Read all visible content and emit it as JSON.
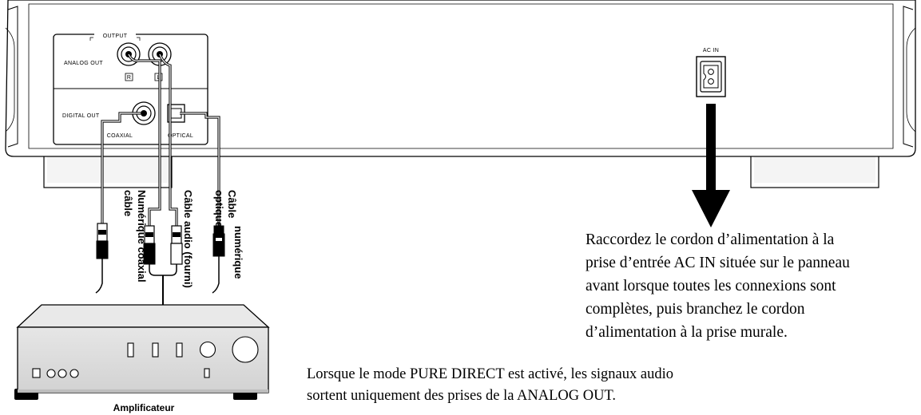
{
  "panel": {
    "output_label": "OUTPUT",
    "analog_out": "ANALOG OUT",
    "right_mark": "R",
    "left_mark": "L",
    "digital_out": "DIGITAL OUT",
    "coaxial": "COAXIAL",
    "optical": "OPTICAL",
    "ac_in": "AC IN"
  },
  "cables": {
    "coax_line1": "Numérique coaxial",
    "coax_line2": "câble",
    "audio_line1": "Câble audio (fourni)",
    "optical_line1": "Câble",
    "optical_line2": "optique",
    "optical_line3": "numérique"
  },
  "amplifier": {
    "label": "Amplificateur"
  },
  "notes": {
    "power": [
      "Raccordez le cordon d’alimentation à la",
      "prise d’entrée AC IN située sur le panneau",
      "avant lorsque toutes les connexions sont",
      "complètes, puis branchez le cordon",
      "d’alimentation à la prise murale."
    ],
    "pure_direct": [
      "Lorsque le mode PURE DIRECT est activé, les signaux audio",
      "sortent uniquement des prises de la ANALOG OUT."
    ]
  }
}
